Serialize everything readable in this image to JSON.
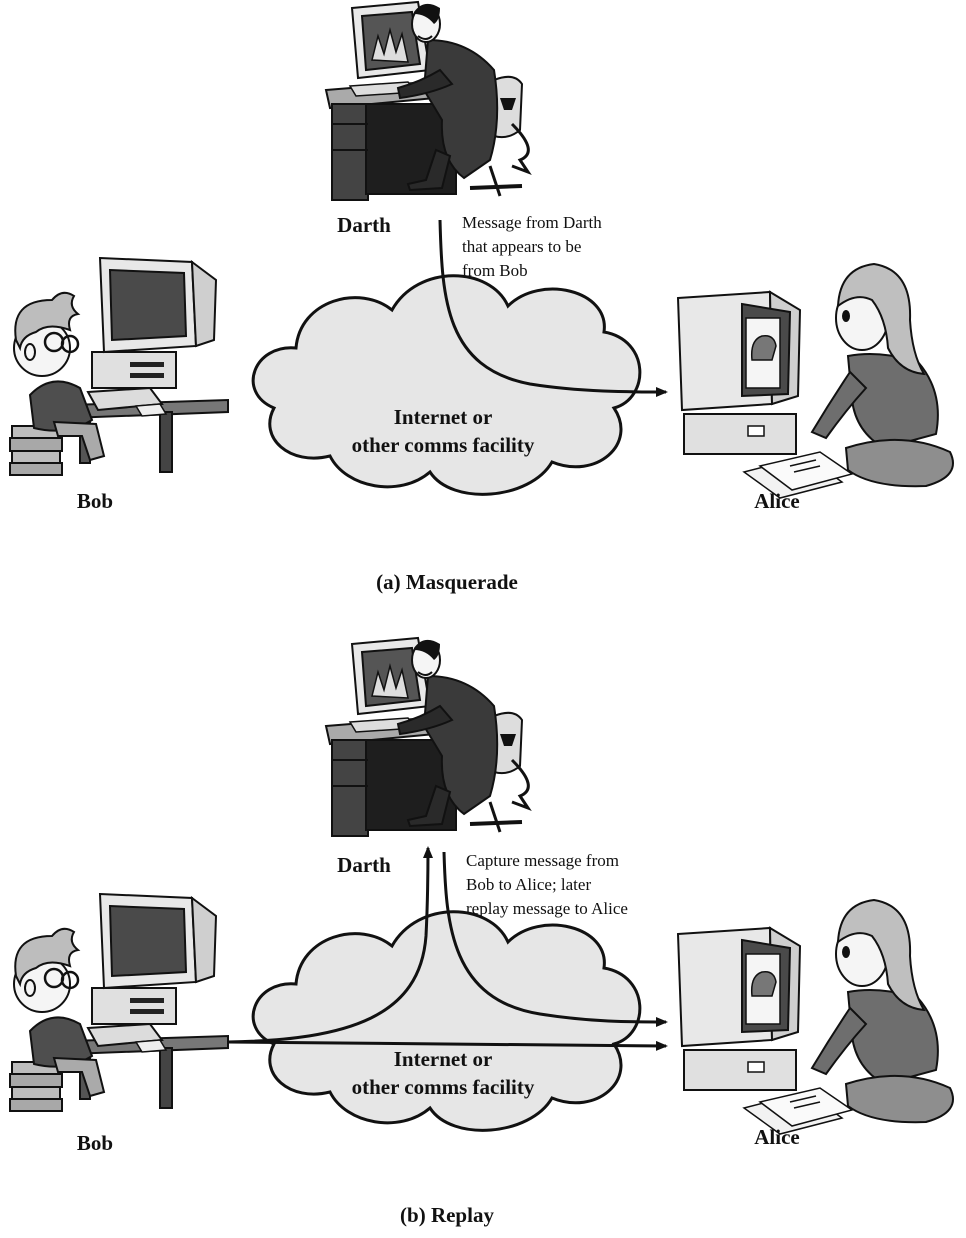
{
  "panel_a": {
    "caption": "(a) Masquerade",
    "darth_label": "Darth",
    "bob_label": "Bob",
    "alice_label": "Alice",
    "network_line1": "Internet or",
    "network_line2": "other comms facility",
    "annotation_lines": [
      "Message from Darth",
      "that appears to be",
      "from Bob"
    ]
  },
  "panel_b": {
    "caption": "(b) Replay",
    "darth_label": "Darth",
    "bob_label": "Bob",
    "alice_label": "Alice",
    "network_line1": "Internet or",
    "network_line2": "other comms facility",
    "annotation_lines": [
      "Capture message from",
      "Bob to Alice; later",
      "replay message to Alice"
    ]
  },
  "colors": {
    "cloud_fill": "#e6e6e6",
    "line": "#111111",
    "screen_dark": "#4a4a4a",
    "cape": "#3a3a3a",
    "sweater": "#6e6e6e"
  }
}
